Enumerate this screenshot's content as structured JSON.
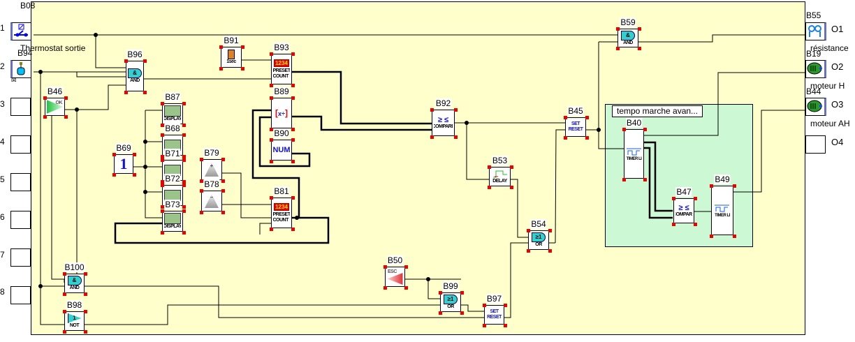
{
  "inputs": [
    {
      "row": "1",
      "block": "B08",
      "label": "Thermostat sortie",
      "icon": "thermostat-switch-icon"
    },
    {
      "row": "2",
      "block": "B94",
      "label": "",
      "icon": "push-button-icon"
    },
    {
      "row": "3"
    },
    {
      "row": "4"
    },
    {
      "row": "5"
    },
    {
      "row": "6"
    },
    {
      "row": "7"
    },
    {
      "row": "8"
    }
  ],
  "outputs": [
    {
      "name": "O1",
      "block": "B55",
      "label": "résistance",
      "icon": "heater-icon"
    },
    {
      "name": "O2",
      "block": "B19",
      "label": "moteur H",
      "icon": "motor-icon"
    },
    {
      "name": "O3",
      "block": "B44",
      "label": "moteur AH",
      "icon": "motor-icon"
    },
    {
      "name": "O4"
    }
  ],
  "group": {
    "title": "tempo marche avan..."
  },
  "blocks": {
    "B46": {
      "id": "B46",
      "text": "OK",
      "icon": "ok-button-icon"
    },
    "B96": {
      "id": "B96",
      "text": "AND",
      "icon": "and-gate-icon"
    },
    "B91": {
      "id": "B91",
      "text": "1sec",
      "icon": "metronome-icon"
    },
    "B93": {
      "id": "B93",
      "text": "1234",
      "text2": "PRESET COUNT",
      "icon": "counter-icon"
    },
    "B89": {
      "id": "B89",
      "text": "x÷",
      "icon": "arithmetic-icon"
    },
    "B90": {
      "id": "B90",
      "text": "NUM",
      "icon": "numeric-constant-icon"
    },
    "B87": {
      "id": "B87",
      "text": "DISPLAY",
      "icon": "display-icon"
    },
    "B68": {
      "id": "B68",
      "text": "",
      "icon": "display-icon"
    },
    "B71": {
      "id": "B71",
      "text": "",
      "icon": "display-icon"
    },
    "B72": {
      "id": "B72",
      "text": "",
      "icon": "display-icon"
    },
    "B73": {
      "id": "B73",
      "text": "DISPLAY",
      "icon": "display-icon"
    },
    "B69": {
      "id": "B69",
      "text": "1",
      "icon": "constant-one-icon"
    },
    "B79": {
      "id": "B79",
      "text": "+",
      "icon": "plus-button-icon"
    },
    "B78": {
      "id": "B78",
      "text": "−",
      "icon": "minus-button-icon"
    },
    "B81": {
      "id": "B81",
      "text": "1234",
      "text2": "PRESET COUNT",
      "icon": "counter-icon"
    },
    "B92": {
      "id": "B92",
      "text": "≥ ≤",
      "text2": "COMPARE",
      "icon": "compare-icon"
    },
    "B53": {
      "id": "B53",
      "text": "",
      "text2": "DELAY",
      "icon": "timer-pulse-icon"
    },
    "B54": {
      "id": "B54",
      "text": "≥1",
      "text2": "OR",
      "icon": "or-gate-icon"
    },
    "B45": {
      "id": "B45",
      "text": "SET",
      "text2": "RESET",
      "icon": "set-reset-icon"
    },
    "B59": {
      "id": "B59",
      "text": "AND",
      "icon": "and-gate-icon"
    },
    "B40": {
      "id": "B40",
      "text": "TIMER LI",
      "icon": "timer-li-icon"
    },
    "B47": {
      "id": "B47",
      "text": "≥ ≤",
      "text2": "COMPARE",
      "icon": "compare-icon"
    },
    "B49": {
      "id": "B49",
      "text": "TIMER LI",
      "icon": "timer-li-icon"
    },
    "B50": {
      "id": "B50",
      "text": "ESC",
      "icon": "esc-button-icon"
    },
    "B99": {
      "id": "B99",
      "text": "≥1",
      "text2": "OR",
      "icon": "or-gate-icon"
    },
    "B97": {
      "id": "B97",
      "text": "SET",
      "text2": "RESET",
      "icon": "set-reset-icon"
    },
    "B100": {
      "id": "B100",
      "text": "AND",
      "icon": "and-gate-icon"
    },
    "B98": {
      "id": "B98",
      "text": "NOT",
      "icon": "not-gate-icon"
    }
  },
  "colors": {
    "canvas": "#ffffcc",
    "group": "#ccf8d4",
    "selection": "#e00000",
    "pin": "#20c020",
    "gate": "#33d0d0"
  }
}
